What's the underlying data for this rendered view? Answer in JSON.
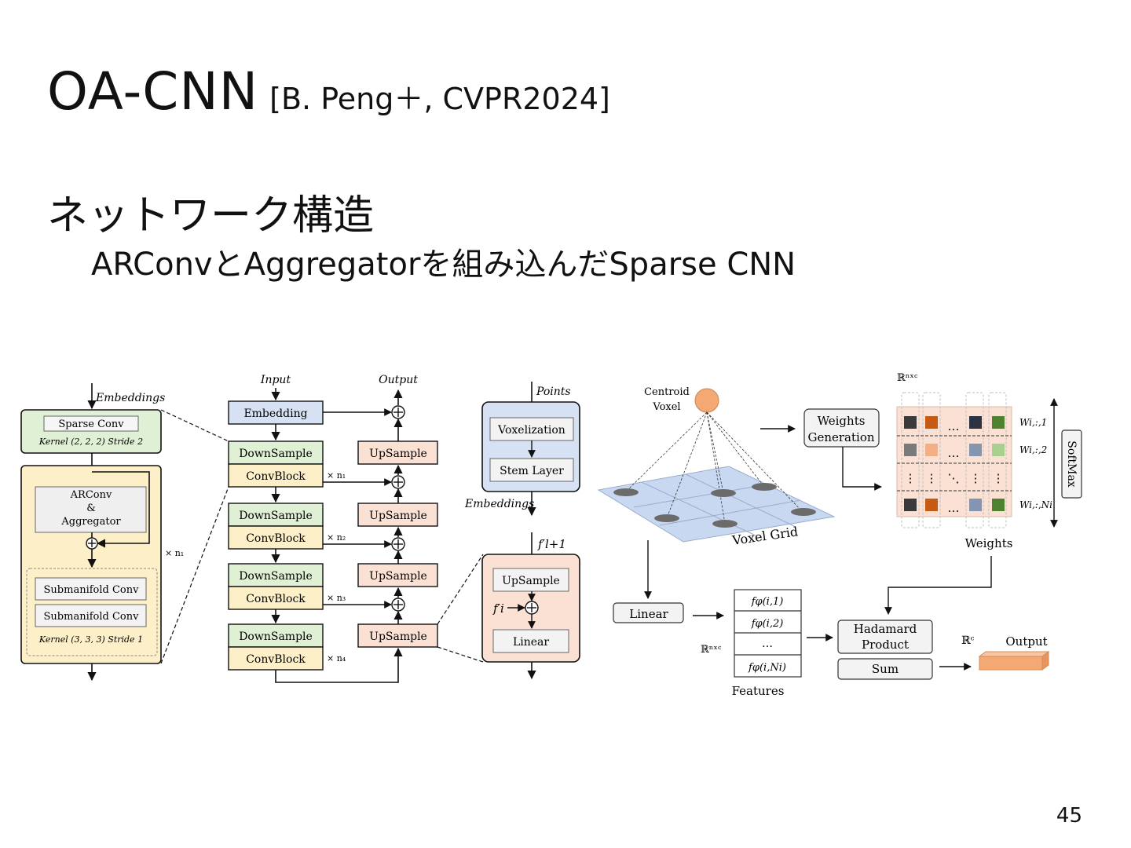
{
  "slide": {
    "title": "OA-CNN",
    "citation": "[B. Peng＋, CVPR2024]",
    "heading": "ネットワーク構造",
    "subheading": "ARConvとAggregatorを組み込んだSparse CNN",
    "page_number": "45"
  },
  "figure": {
    "block_detail": {
      "embeddings": "Embeddings",
      "sparse_conv": "Sparse Conv",
      "sparse_params": "Kernel (2, 2, 2)  Stride 2",
      "arconv_l1": "ARConv",
      "arconv_l2": "&",
      "arconv_l3": "Aggregator",
      "times_n": "× n₁",
      "subm1": "Submanifold Conv",
      "subm2": "Submanifold Conv",
      "subm_params": "Kernel (3, 3, 3)  Stride 1"
    },
    "unet": {
      "input": "Input",
      "output": "Output",
      "embedding": "Embedding",
      "downsample": "DownSample",
      "convblock": "ConvBlock",
      "upsample": "UpSample",
      "n1": "× n₁",
      "n2": "× n₂",
      "n3": "× n₃",
      "n4": "× n₄"
    },
    "stem": {
      "points": "Points",
      "voxelization": "Voxelization",
      "stem_layer": "Stem Layer",
      "embeddings": "Embeddings"
    },
    "upsample_detail": {
      "f_next": "f′l+1",
      "upsample": "UpSample",
      "f_i": "f′i",
      "linear": "Linear"
    },
    "aggregator": {
      "centroid_l1": "Centroid",
      "centroid_l2": "Voxel",
      "voxel_grid": "Voxel Grid",
      "weights_gen_l1": "Weights",
      "weights_gen_l2": "Generation",
      "rnc": "ℝⁿˣᶜ",
      "softmax": "SoftMax",
      "w1": "Wi,:,1",
      "w2": "Wi,:,2",
      "wn": "Wi,:,Ni",
      "weights": "Weights",
      "linear": "Linear",
      "rnc2": "ℝⁿˣᶜ",
      "f1": "fφ(i,1)",
      "f2": "fφ(i,2)",
      "fdots": "…",
      "fn": "fφ(i,Ni)",
      "features": "Features",
      "hadamard_l1": "Hadamard",
      "hadamard_l2": "Product",
      "sum": "Sum",
      "rc": "ℝᶜ",
      "output": "Output",
      "dots": "…",
      "vdots": "⋮",
      "ddots": "⋱"
    },
    "colors": {
      "green": "#dff0d5",
      "yellow": "#fdf0c8",
      "blue": "#d6e1f3",
      "peach": "#fae1d4",
      "grey_box": "#ededed",
      "orange": "#f4a974"
    }
  }
}
